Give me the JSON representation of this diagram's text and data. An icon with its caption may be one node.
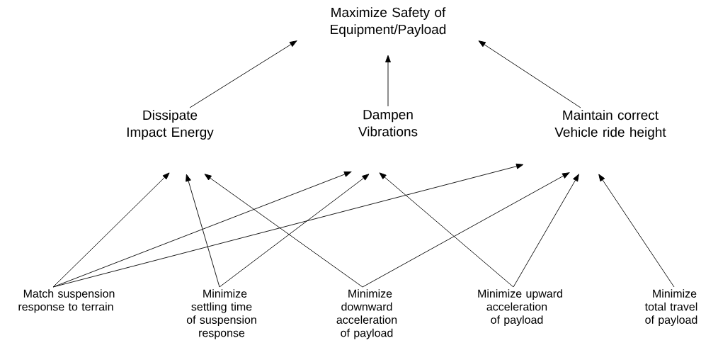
{
  "diagram": {
    "nodes": [
      {
        "text": [
          "Maximize Safety of Equipment/Payload"
        ]
      },
      {
        "text": [
          "Dissipate Impact Energy"
        ]
      },
      {
        "text": [
          "Dampen Vibrations"
        ]
      },
      {
        "text": [
          "Maintain correct Vehicle ride height"
        ]
      },
      {
        "text": [
          "Match suspension response to terrain"
        ]
      },
      {
        "text": [
          "Minimize settling time of suspension response"
        ]
      },
      {
        "text": [
          "Minimize downward acceleration of payload"
        ]
      },
      {
        "text": [
          "Minimize upward acceleration of payload"
        ]
      },
      {
        "text": [
          "Minimize total travel of payload"
        ]
      }
    ],
    "edges": [
      {
        "from": 1,
        "to": 0,
        "arrow": "to"
      },
      {
        "from": 2,
        "to": 0,
        "arrow": "to"
      },
      {
        "from": 3,
        "to": 0,
        "arrow": "to"
      },
      {
        "from": 4,
        "to": 1,
        "arrow": "to"
      },
      {
        "from": 4,
        "to": 2,
        "arrow": "to"
      },
      {
        "from": 4,
        "to": 3,
        "arrow": "to"
      },
      {
        "from": 5,
        "to": 1,
        "arrow": "to"
      },
      {
        "from": 5,
        "to": 2,
        "arrow": "to"
      },
      {
        "from": 6,
        "to": 1,
        "arrow": "to"
      },
      {
        "from": 6,
        "to": 3,
        "arrow": "to"
      },
      {
        "from": 7,
        "to": 2,
        "arrow": "to"
      },
      {
        "from": 7,
        "to": 3,
        "arrow": "to"
      },
      {
        "from": 8,
        "to": 3,
        "arrow": "to"
      }
    ]
  }
}
